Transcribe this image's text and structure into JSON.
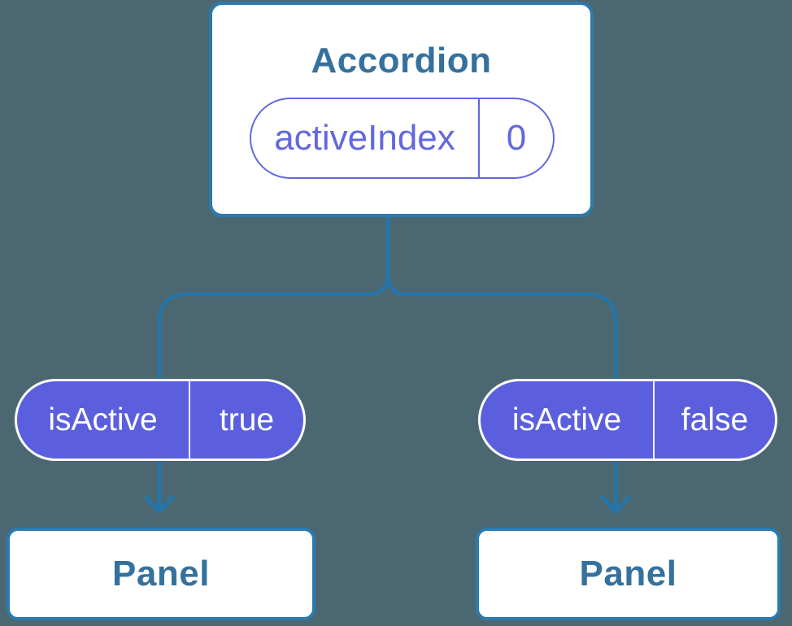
{
  "background_color": "#4b6872",
  "colors": {
    "connector_blue": "#2375ab",
    "card_border_blue": "#2b7ab0",
    "node_title_blue": "#35719e",
    "state_pill_purple": "#6368df",
    "prop_pill_fill_purple": "#5b5fde",
    "prop_pill_text": "#ffffff",
    "card_background": "#ffffff"
  },
  "icons": {
    "left_arrow": "arrow-down-icon",
    "right_arrow": "arrow-down-icon"
  },
  "diagram": {
    "root": {
      "title": "Accordion",
      "state": {
        "label": "activeIndex",
        "value": "0"
      }
    },
    "children": [
      {
        "prop": {
          "label": "isActive",
          "value": "true"
        },
        "title": "Panel"
      },
      {
        "prop": {
          "label": "isActive",
          "value": "false"
        },
        "title": "Panel"
      }
    ]
  }
}
